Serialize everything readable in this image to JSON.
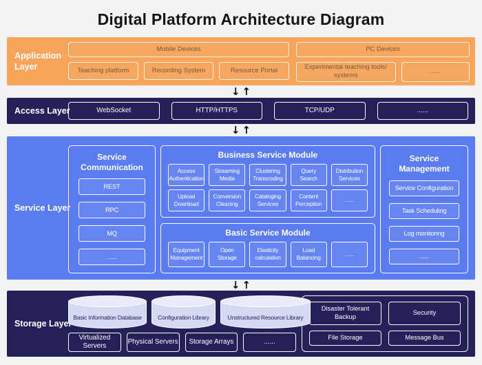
{
  "title": "Digital Platform Architecture Diagram",
  "icons": {
    "down_arrow": "↓",
    "up_arrow": "↑"
  },
  "colors": {
    "page_bg": "#f3f3f4",
    "application_bg": "#f8a45a",
    "dark_layer_bg": "#24205a",
    "service_bg": "#5b7cef",
    "cylinder_fill": "#d5daf3",
    "arrow": "#0d0d0d"
  },
  "application": {
    "label": "Application Layer",
    "groups": [
      {
        "header": "Mobile Devices",
        "items": [
          "Teaching platform",
          "Recording System",
          "Resource Portal"
        ]
      },
      {
        "header": "PC Devices",
        "items": [
          "Experimental teaching tools/ systems",
          "....."
        ]
      }
    ]
  },
  "access": {
    "label": "Access Layer",
    "items": [
      "WebSocket",
      "HTTP/HTTPS",
      "TCP/UDP",
      "......"
    ]
  },
  "service": {
    "label": "Service Layer",
    "communication": {
      "title": "Service Communication",
      "items": [
        "REST",
        "RPC",
        "MQ",
        "......"
      ]
    },
    "business": {
      "title": "Business Service Module",
      "row1": [
        "Access Authentication",
        "Streaming Media",
        "Clustering Transcoding",
        "Query Search",
        "Distribution Services"
      ],
      "row2": [
        "Upload Download",
        "Conversion Cleaning",
        "Cataloging Services",
        "Content Perception",
        "......"
      ]
    },
    "basic": {
      "title": "Basic Service Module",
      "items": [
        "Equipment Management",
        "Open Storage",
        "Elasticity calculation",
        "Load Balancing",
        "......"
      ]
    },
    "management": {
      "title": "Service Management",
      "items": [
        "Service Configuration",
        "Task Scheduling",
        "Log monitonng",
        "......"
      ]
    }
  },
  "storage": {
    "label": "Storage Layer",
    "databases": [
      "Basic Information Database",
      "Configuration Library",
      "Unstructured Resource Library"
    ],
    "servers": [
      "Virtualized Servers",
      "Physical Servers",
      "Storage Arrays",
      "......"
    ],
    "platform_services": [
      "Disaster Tolerant Backup",
      "Security",
      "File Storage",
      "Message Bus"
    ]
  }
}
